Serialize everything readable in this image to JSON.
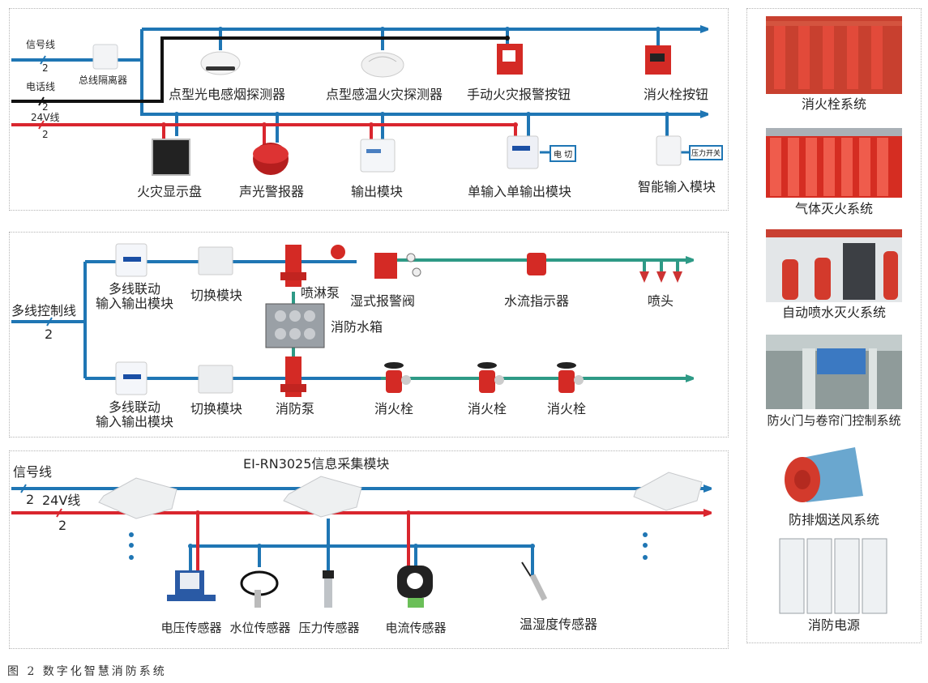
{
  "colors": {
    "signal_line": "#1f76b4",
    "phone_line": "#111111",
    "power_line": "#d9262e",
    "water_line": "#2e9a86",
    "device_red": "#d42a25"
  },
  "panel_alarm": {
    "lines": [
      {
        "label": "信号线",
        "count": "2"
      },
      {
        "label": "电话线",
        "count": "2"
      },
      {
        "label": "24V线",
        "count": "2"
      }
    ],
    "bus_isolator": "总线隔离器",
    "top_devices": [
      "点型光电感烟探测器",
      "点型感温火灾探测器",
      "手动火灾报警按钮",
      "消火栓按钮"
    ],
    "bottom_devices": [
      "火灾显示盘",
      "声光警报器",
      "输出模块",
      "单输入单输出模块",
      "智能输入模块"
    ],
    "tags": {
      "power_cut": "电 切",
      "pressure_switch": "压力开关"
    }
  },
  "panel_water": {
    "control_line": {
      "label": "多线控制线",
      "count": "2"
    },
    "top_row": [
      "多线联动\n输入输出模块",
      "切换模块",
      "喷淋泵",
      "湿式报警阀",
      "水流指示器",
      "喷头"
    ],
    "tank": "消防水箱",
    "bottom_row": [
      "多线联动\n输入输出模块",
      "切换模块",
      "消防泵",
      "消火栓",
      "消火栓",
      "消火栓"
    ]
  },
  "panel_sensor": {
    "signal_line": {
      "label": "信号线",
      "count": "2"
    },
    "power_line": {
      "label": "24V线",
      "count": "2"
    },
    "module": "EI-RN3025信息采集模块",
    "sensors": [
      "电压传感器",
      "水位传感器",
      "压力传感器",
      "电流传感器",
      "温湿度传感器"
    ]
  },
  "systems": [
    "消火栓系统",
    "气体灭火系统",
    "自动喷水灭火系统",
    "防火门与卷帘门控制系统",
    "防排烟送风系统",
    "消防电源"
  ],
  "caption": "图 2  数字化智慧消防系统"
}
